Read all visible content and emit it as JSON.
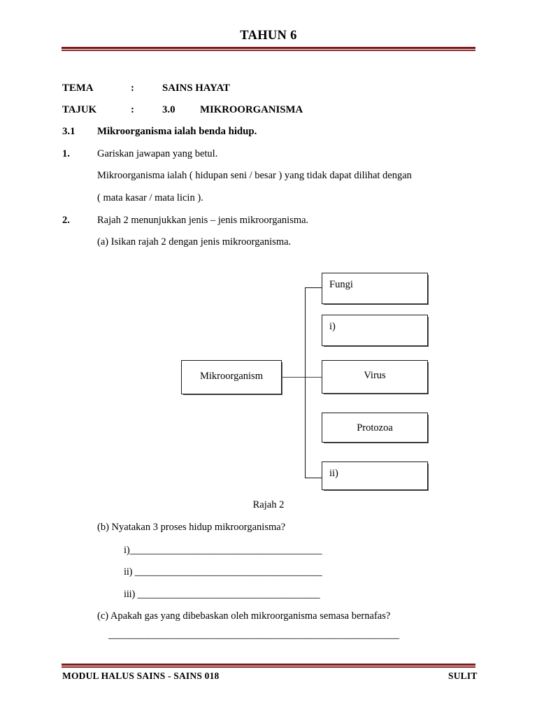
{
  "document": {
    "title": "TAHUN 6"
  },
  "meta": {
    "tema_label": "TEMA",
    "tema_colon": ":",
    "tema_value": "SAINS HAYAT",
    "tajuk_label": "TAJUK",
    "tajuk_colon": ":",
    "tajuk_number": "3.0",
    "tajuk_value": "MIKROORGANISMA"
  },
  "section": {
    "number": "3.1",
    "heading": "Mikroorganisma ialah benda hidup."
  },
  "questions": [
    {
      "number": "1.",
      "prompt": "Gariskan jawapan yang betul.",
      "body_line_1": "Mikroorganisma ialah ( hidupan seni / besar ) yang tidak dapat dilihat dengan",
      "body_line_2": "( mata kasar / mata licin )."
    },
    {
      "number": "2.",
      "prompt": "Rajah 2 menunjukkan jenis – jenis mikroorganisma.",
      "part_a": "(a) Isikan rajah 2 dengan jenis mikroorganisma.",
      "part_b": "(b) Nyatakan 3 proses hidup mikroorganisma?",
      "part_b_answers": [
        "i)_______________________________________",
        "ii) ______________________________________",
        "iii) _____________________________________"
      ],
      "part_c": "(c) Apakah gas yang dibebaskan oleh mikroorganisma semasa bernafas?",
      "part_c_answer": "___________________________________________________________"
    }
  ],
  "diagram": {
    "caption": "Rajah 2",
    "root": "Mikroorganism",
    "branches": [
      {
        "label": "Fungi",
        "align": "left"
      },
      {
        "label": "i)",
        "align": "left"
      },
      {
        "label": "Virus",
        "align": "center"
      },
      {
        "label": "Protozoa",
        "align": "center"
      },
      {
        "label": "ii)",
        "align": "left"
      }
    ]
  },
  "footer": {
    "left": "MODUL HALUS SAINS - SAINS 018",
    "right": "SULIT"
  },
  "colors": {
    "rule_primary": "#7b1b1b",
    "rule_secondary": "#8d2424",
    "text": "#000000",
    "box_border": "#1a1a1a"
  }
}
